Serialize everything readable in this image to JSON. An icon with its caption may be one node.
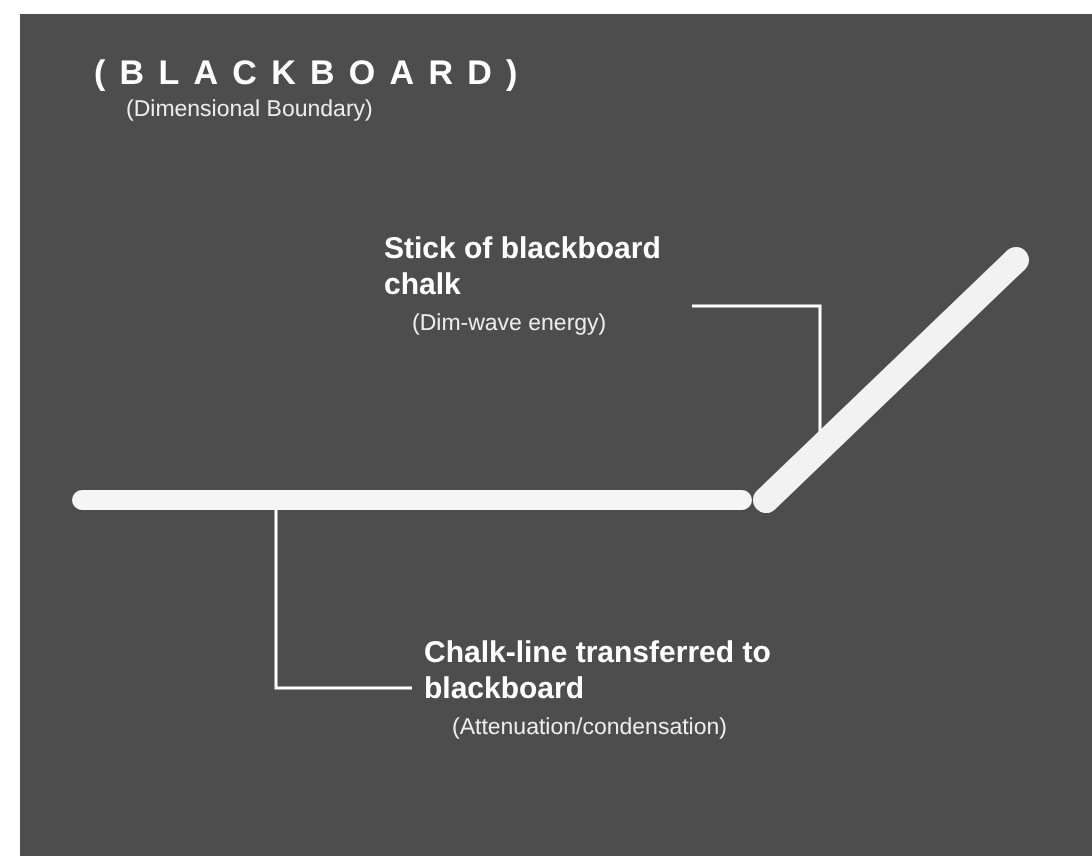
{
  "diagram": {
    "title": "(BLACKBOARD)",
    "nodes": [
      {
        "text": [
          "Stick of blackboard chalk",
          "(Dim-wave energy)"
        ]
      },
      {
        "text": [],
        "shape": "bar"
      },
      {
        "text": [],
        "shape": "bar"
      },
      {
        "text": [
          "Chalk-line transferred to blackboard",
          "(Attenuation/condensation)"
        ]
      }
    ],
    "edges": [
      {
        "from": 0,
        "to": 1,
        "arrow": "none"
      },
      {
        "from": 3,
        "to": 2,
        "arrow": "none"
      }
    ],
    "labels": [
      "(Dimensional Boundary)"
    ]
  }
}
